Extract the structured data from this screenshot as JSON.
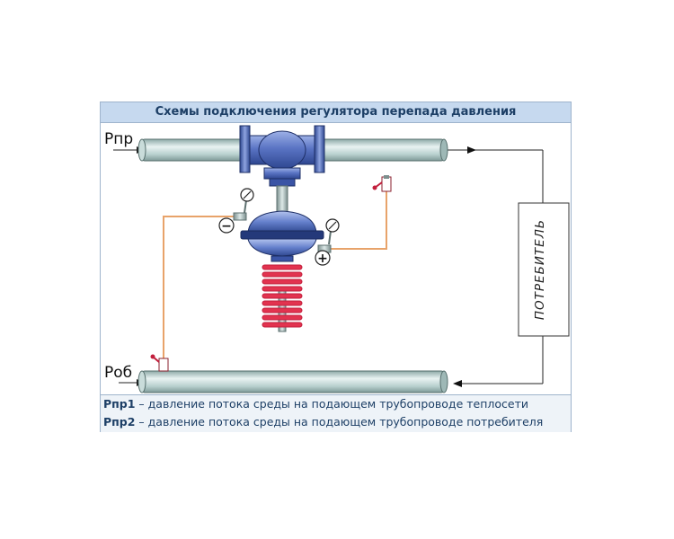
{
  "title": "Схемы подключения регулятора перепада давления",
  "labels": {
    "supply": "Рпр",
    "return": "Роб",
    "consumer": "ПОТРЕБИТЕЛЬ",
    "minus": "−",
    "plus": "+"
  },
  "legend": [
    {
      "key": "Рпр1",
      "text": " – давление потока среды на подающем трубопроводе теплосети"
    },
    {
      "key": "Рпр2",
      "text": " – давление потока среды на подающем трубопроводе потребителя"
    }
  ],
  "colors": {
    "header_bg": "#c6d9ef",
    "header_text": "#1d3f66",
    "pipe": "#b9d1cf",
    "valve": "#4c67b8",
    "spring": "#e2334f",
    "impulse_line": "#e8a36a"
  }
}
